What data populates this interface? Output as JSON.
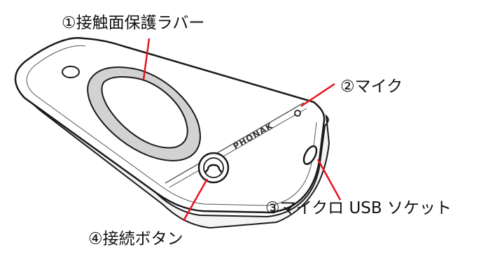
{
  "labels": {
    "rubber": "①接触面保護ラバー",
    "mic": "②マイク",
    "usb": "③マイクロ USB ソケット",
    "button": "④接続ボタン"
  },
  "device": {
    "brand": "PHONAK",
    "accent_color": "#d2d2d2",
    "leader_color": "#e8141c",
    "outline_color": "#1a1a1a"
  }
}
